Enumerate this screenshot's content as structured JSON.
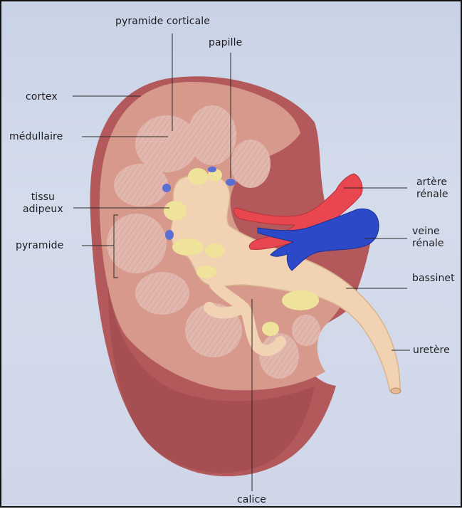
{
  "figure": {
    "labels": {
      "pyramide_corticale": "pyramide corticale",
      "papille": "papille",
      "cortex": "cortex",
      "medullaire": "médullaire",
      "tissu_adipeux_line1": "tissu",
      "tissu_adipeux_line2": "adipeux",
      "pyramide": "pyramide",
      "artere_line1": "artère",
      "artere_line2": "rénale",
      "veine_line1": "veine",
      "veine_line2": "rénale",
      "bassinet": "bassinet",
      "uretere": "uretère",
      "calice": "calice"
    },
    "colors": {
      "background": "#cdd5e8",
      "kidney_outer": "#b55a5a",
      "cortex": "#d99a8c",
      "medulla_pyramid": "#e3b9b0",
      "pelvis": "#f2d3b6",
      "fat": "#f0e49a",
      "artery": "#e8484f",
      "vein": "#2a49c9",
      "papilla": "#5a6fd0",
      "leader_lines": "#2a2a2a"
    }
  }
}
